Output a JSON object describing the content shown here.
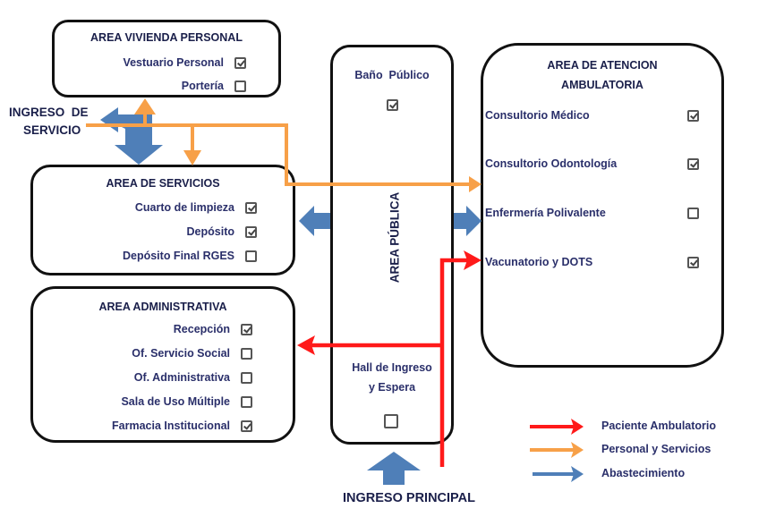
{
  "colors": {
    "patient": "#ff1a1a",
    "staff": "#f7a048",
    "supply": "#4f7fb8",
    "border": "#111111",
    "text": "#1a1f4a"
  },
  "vivienda": {
    "title": "AREA VIVIENDA PERSONAL",
    "items": [
      {
        "label": "Vestuario Personal",
        "checked": true
      },
      {
        "label": "Portería",
        "checked": false
      }
    ]
  },
  "servicios": {
    "title": "AREA DE SERVICIOS",
    "items": [
      {
        "label": "Cuarto de limpieza",
        "checked": true
      },
      {
        "label": "Depósito",
        "checked": true
      },
      {
        "label": "Depósito Final RGES",
        "checked": false
      }
    ]
  },
  "administrativa": {
    "title": "AREA ADMINISTRATIVA",
    "items": [
      {
        "label": "Recepción",
        "checked": true
      },
      {
        "label": "Of. Servicio Social",
        "checked": false
      },
      {
        "label": "Of. Administrativa",
        "checked": false
      },
      {
        "label": "Sala de Uso Múltiple",
        "checked": false
      },
      {
        "label": "Farmacia Institucional",
        "checked": true
      }
    ]
  },
  "publica": {
    "title": "AREA PÚBLICA",
    "bano": {
      "label": "Baño  Público",
      "checked": true
    },
    "hall": {
      "label_line1": "Hall de Ingreso",
      "label_line2": "y Espera",
      "checked": false
    }
  },
  "ambulatoria": {
    "title_line1": "AREA DE ATENCION",
    "title_line2": "AMBULATORIA",
    "items": [
      {
        "label": "Consultorio Médico",
        "checked": true
      },
      {
        "label": "Consultorio Odontología",
        "checked": true
      },
      {
        "label": "Enfermería Polivalente",
        "checked": false
      },
      {
        "label": "Vacunatorio y DOTS",
        "checked": true
      }
    ]
  },
  "entrances": {
    "service_line1": "INGRESO  DE",
    "service_line2": "SERVICIO",
    "main": "INGRESO PRINCIPAL"
  },
  "legend": [
    {
      "label": "Paciente Ambulatorio",
      "color_key": "patient"
    },
    {
      "label": "Personal y Servicios",
      "color_key": "staff"
    },
    {
      "label": "Abastecimiento",
      "color_key": "supply"
    }
  ]
}
